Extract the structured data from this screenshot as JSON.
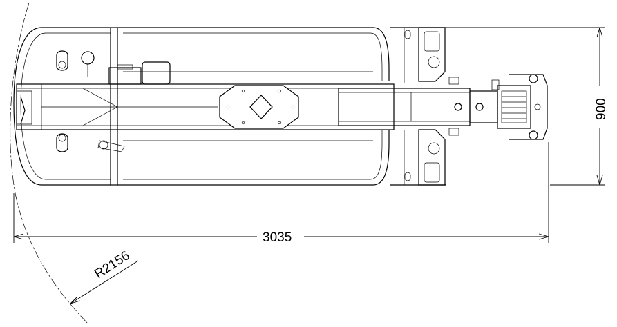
{
  "dimensions": {
    "overall_length": "3035",
    "overall_width": "900",
    "turning_radius": "R2156"
  }
}
